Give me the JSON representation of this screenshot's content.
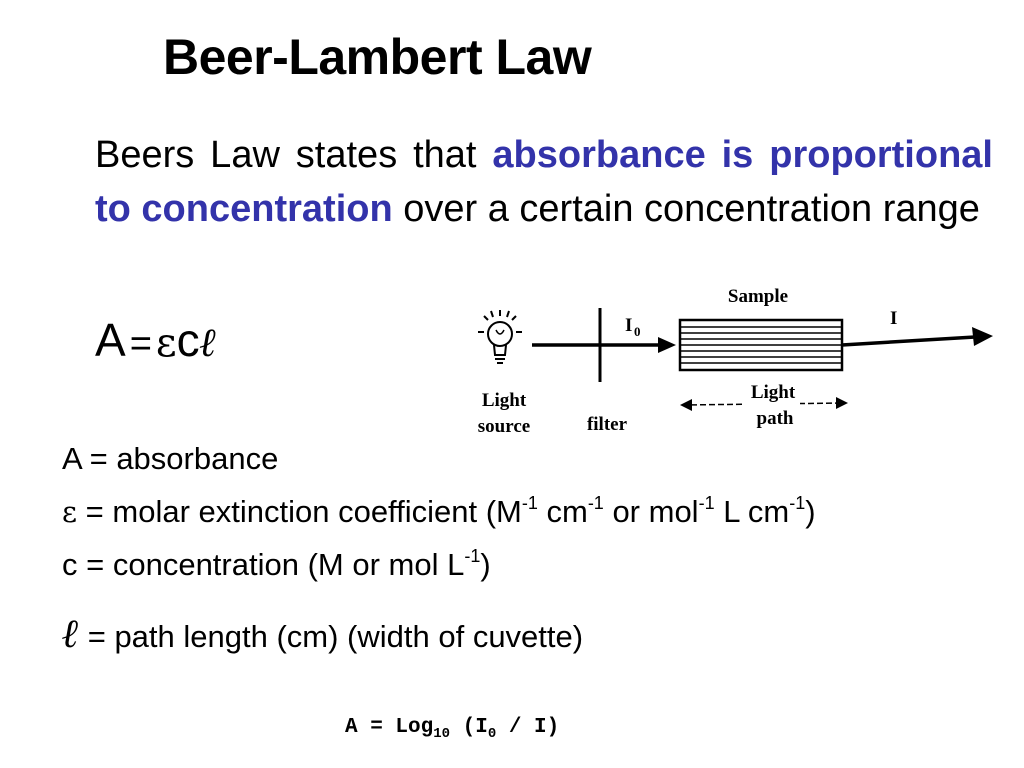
{
  "title": "Beer-Lambert Law",
  "intro": {
    "prefix": "Beers Law states that ",
    "highlight": "absorbance is proportional to concentration",
    "suffix": " over a certain concentration range"
  },
  "equation": {
    "lhs": "A",
    "sign": "=",
    "epsilon": "ε",
    "c": "c",
    "ell": "ℓ"
  },
  "diagram": {
    "light_source_line1": "Light",
    "light_source_line2": "source",
    "filter": "filter",
    "i0_letter": "I",
    "i0_sub": "0",
    "sample": "Sample",
    "i_out": "I",
    "light_path_line1": "Light",
    "light_path_line2": "path"
  },
  "definitions": {
    "a": {
      "symbol": "A",
      "sign": " = ",
      "text": "absorbance"
    },
    "epsilon": {
      "symbol": "ε",
      "sign": " = ",
      "t1": "molar extinction coefficient (M",
      "s1": "-1",
      "t2": " cm",
      "s2": "-1",
      "t3": " or mol",
      "s3": "-1",
      "t4": " L cm",
      "s4": "-1",
      "t5": ")"
    },
    "c": {
      "symbol": "c",
      "sign": " = ",
      "t1": "concentration (M or mol L",
      "s1": "-1",
      "t2": ")"
    },
    "ell": {
      "symbol": "ℓ",
      "sign": " = ",
      "text": "path length (cm) (width of cuvette)"
    }
  },
  "log_equation": {
    "t1": "A = Log",
    "sub1": "10",
    "t2": " (I",
    "sub2": "0",
    "t3": " / I)"
  }
}
